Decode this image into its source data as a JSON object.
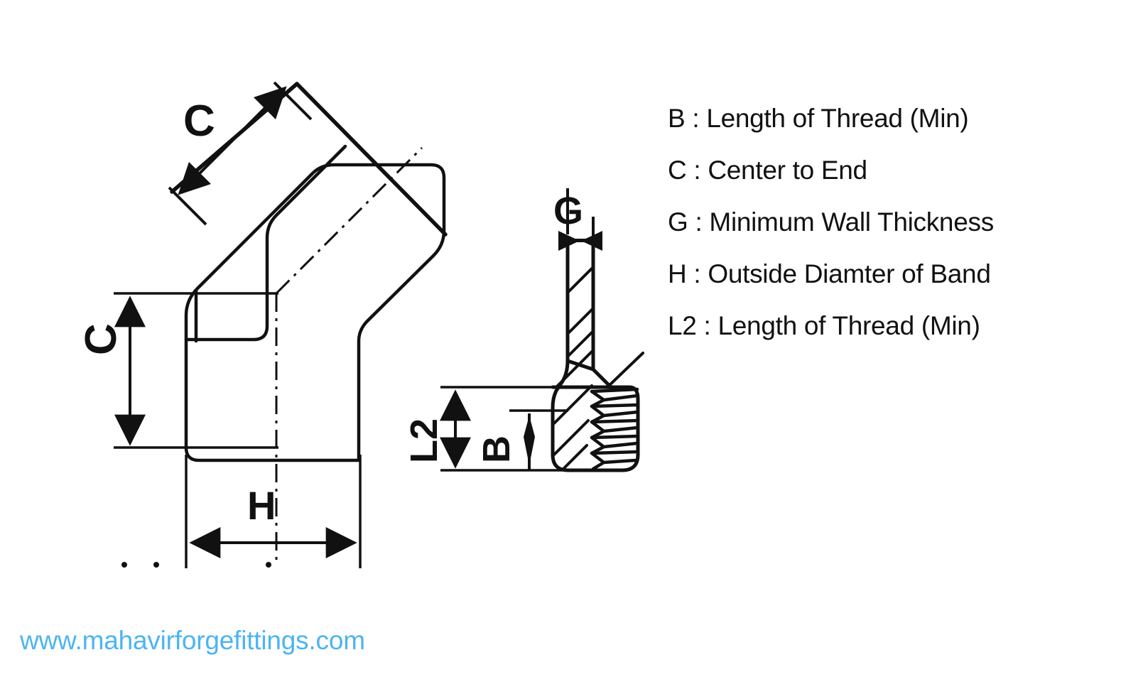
{
  "legend": {
    "rows": [
      {
        "key": "B",
        "text": "B : Length of Thread (Min)"
      },
      {
        "key": "C",
        "text": "C : Center to End"
      },
      {
        "key": "G",
        "text": "G : Minimum Wall Thickness"
      },
      {
        "key": "H",
        "text": "H : Outside Diamter of Band"
      },
      {
        "key": "L2",
        "text": "L2 : Length of Thread (Min)"
      }
    ]
  },
  "dimension_labels": {
    "c_diagonal": "C",
    "c_vertical": "C",
    "h": "H",
    "g": "G",
    "l2": "L2",
    "b": "B"
  },
  "watermark": {
    "url": "www.mahavirforgefittings.com"
  },
  "colors": {
    "background": "#ffffff",
    "line": "#111111",
    "watermark": "#4db4f2"
  },
  "drawing": {
    "left_view_name": "45-degree-elbow-outline",
    "right_view_name": "threaded-end-section-view"
  }
}
